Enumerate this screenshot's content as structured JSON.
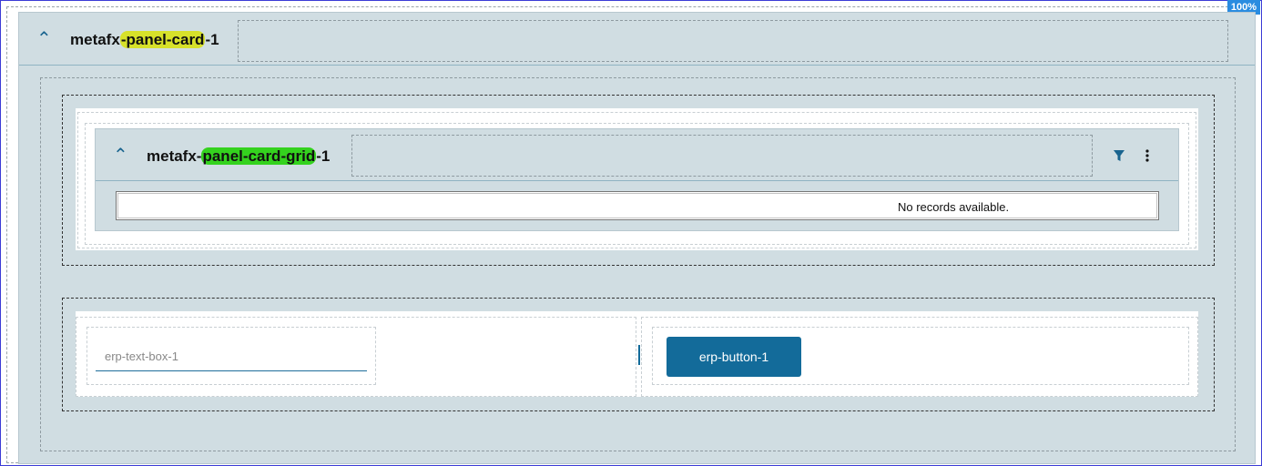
{
  "zoom_badge": "100%",
  "panel_card": {
    "title_prefix": "metafx",
    "title_highlight": "-panel-card",
    "title_suffix": "-1",
    "collapse_icon": "chevron-up-icon"
  },
  "grid_panel": {
    "title_prefix": "metafx-",
    "title_highlight": "panel-card-grid",
    "title_suffix": "-1",
    "collapse_icon": "chevron-up-icon",
    "filter_icon": "filter-icon",
    "more_icon": "more-vertical-icon",
    "empty_message": "No records available."
  },
  "form": {
    "text_box_placeholder": "erp-text-box-1",
    "button_label": "erp-button-1"
  },
  "colors": {
    "panel_bg": "#d0dde2",
    "accent": "#136b9a",
    "highlight_yellow": "#d7e12a",
    "highlight_green": "#34d21e"
  }
}
